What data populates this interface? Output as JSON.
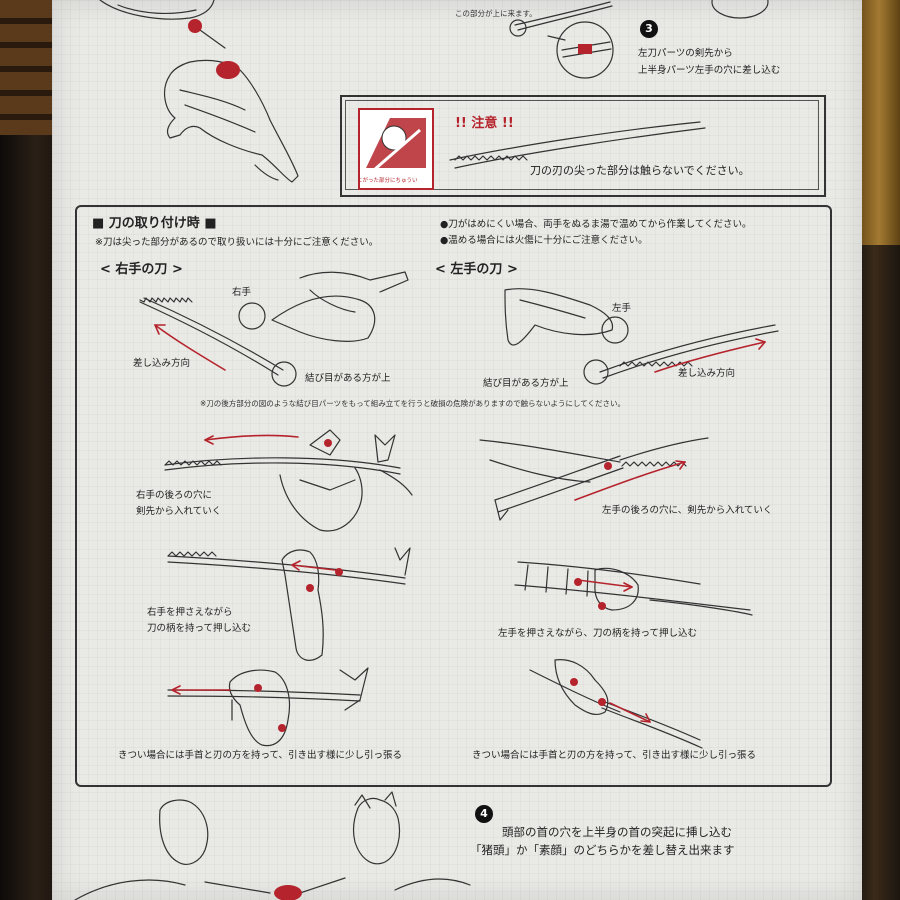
{
  "top": {
    "step3_number": "3",
    "small_note": "この部分が上に来ます。",
    "step3_text_line1": "左刀パーツの剣先から",
    "step3_text_line2": "上半身パーツ左手の穴に差し込む"
  },
  "caution": {
    "title": "!! 注意 !!",
    "text": "刀の刃の尖った部分は触らないでください。",
    "icon_label": "とがった部分にちゅうい"
  },
  "sword_section": {
    "heading": "■ 刀の取り付け時 ■",
    "note_left": "※刀は尖った部分があるので取り扱いには十分にご注意ください。",
    "note_right_1": "●刀がはめにくい場合、両手をぬるま湯で温めてから作業してください。",
    "note_right_2": "●温める場合には火傷に十分にご注意ください。",
    "right_sword_title": "< 右手の刀 >",
    "left_sword_title": "< 左手の刀 >",
    "right_hand_label": "右手",
    "left_hand_label": "左手",
    "insert_direction_left": "差し込み方向",
    "insert_direction_right": "差し込み方向",
    "knot_up_left": "結び目がある方が上",
    "knot_up_right": "結び目がある方が上",
    "warning_note": "※刀の後方部分の図のような結び目パーツをもって組み立てを行うと破損の危険がありますので触らないようにしてください。",
    "step_r1_line1": "右手の後ろの穴に",
    "step_r1_line2": "剣先から入れていく",
    "step_l1": "左手の後ろの穴に、剣先から入れていく",
    "step_r2_line1": "右手を押さえながら",
    "step_r2_line2": "刀の柄を持って押し込む",
    "step_l2": "左手を押さえながら、刀の柄を持って押し込む",
    "step_r3": "きつい場合には手首と刃の方を持って、引き出す様に少し引っ張る",
    "step_l3": "きつい場合には手首と刃の方を持って、引き出す様に少し引っ張る"
  },
  "bottom": {
    "step4_number": "4",
    "step4_line1": "頭部の首の穴を上半身の首の突起に挿し込む",
    "step4_line2": "「猪頭」か「素顔」のどちらかを差し替え出来ます"
  },
  "colors": {
    "paper": "#e9e9e6",
    "accent_red": "#b5242c",
    "ink": "#222222"
  }
}
